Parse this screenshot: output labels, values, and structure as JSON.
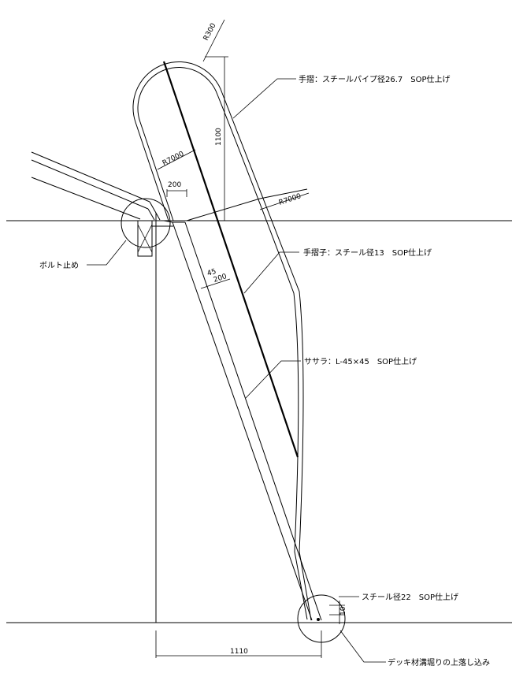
{
  "labels": {
    "handrail": "手摺：スチールパイプ径26.7　SOP仕上げ",
    "baluster": "手摺子：スチール径13　SOP仕上げ",
    "stringer": "ササラ：L-45×45　SOP仕上げ",
    "bolt": "ボルト止め",
    "steel_bar": "スチール径22　SOP仕上げ",
    "deck_note": "デッキ材溝堀りの上落し込み"
  },
  "dimensions": {
    "r300": "R300",
    "r7000_left": "R7000",
    "r7000_right": "R7000",
    "d1100": "1100",
    "d200_top": "200",
    "d45": "45",
    "d200_mid": "200",
    "d10": "10",
    "d1110": "1110"
  }
}
